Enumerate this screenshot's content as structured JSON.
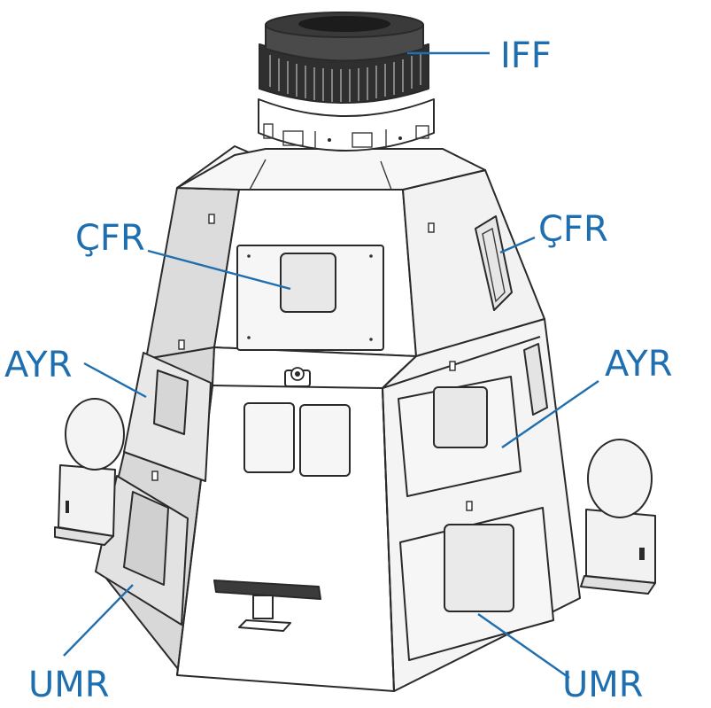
{
  "labels": {
    "iff": "IFF",
    "cfr_left": "ÇFR",
    "cfr_right": "ÇFR",
    "ayr_left": "AYR",
    "ayr_right": "AYR",
    "umr_left": "UMR",
    "umr_right": "UMR"
  },
  "colors": {
    "label": "#1f6fb0",
    "outline": "#2a2a2a",
    "face_light": "#ffffff",
    "face_shade": "#ececec",
    "face_dark": "#d9d9d9",
    "window": "#e4e4e4"
  }
}
